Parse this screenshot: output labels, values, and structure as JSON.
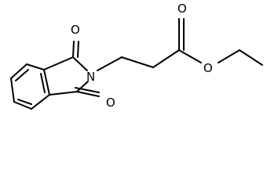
{
  "structure": {
    "atom_labels": {
      "oxygen_top": "O",
      "oxygen_bottom": "O",
      "nitrogen": "N",
      "oxygen_carbonyl": "O",
      "oxygen_ester": "O"
    }
  }
}
